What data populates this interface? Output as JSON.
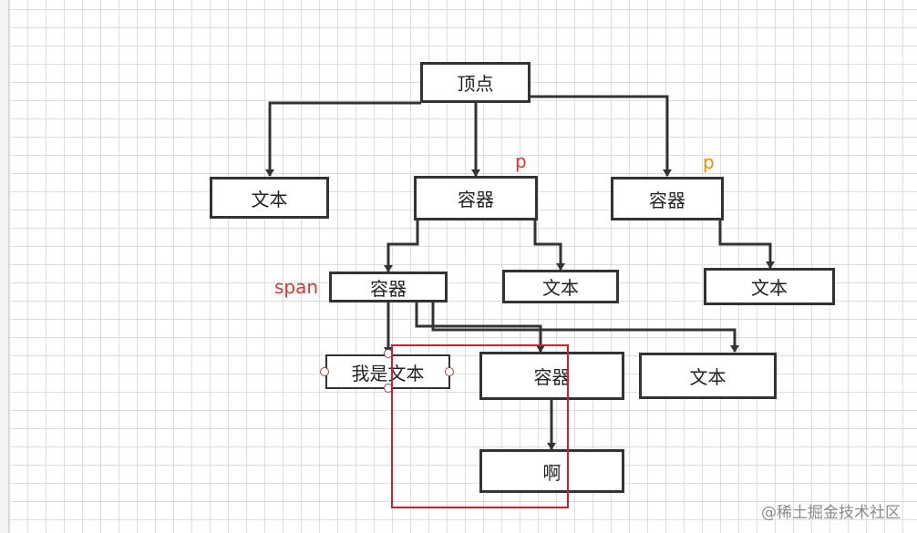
{
  "colors": {
    "node_border": "#333333",
    "connector": "#333333",
    "highlight_frame": "#c8232c",
    "tag_p_red": "#e03131",
    "tag_p_orange": "#f08c00",
    "tag_span": "#e03131"
  },
  "nodes": {
    "top": "顶点",
    "l1_text": "文本",
    "l1_container_mid": "容器",
    "l1_container_right": "容器",
    "l2_container_span": "容器",
    "l2_text_mid": "文本",
    "l2_text_right": "文本",
    "l3_text_selected": "我是文本",
    "l3_container": "容器",
    "l3_text": "文本",
    "l4_text": "啊"
  },
  "tags": {
    "p_mid": "p",
    "p_right": "p",
    "span": "span"
  },
  "watermark": "@稀土掘金技术社区"
}
